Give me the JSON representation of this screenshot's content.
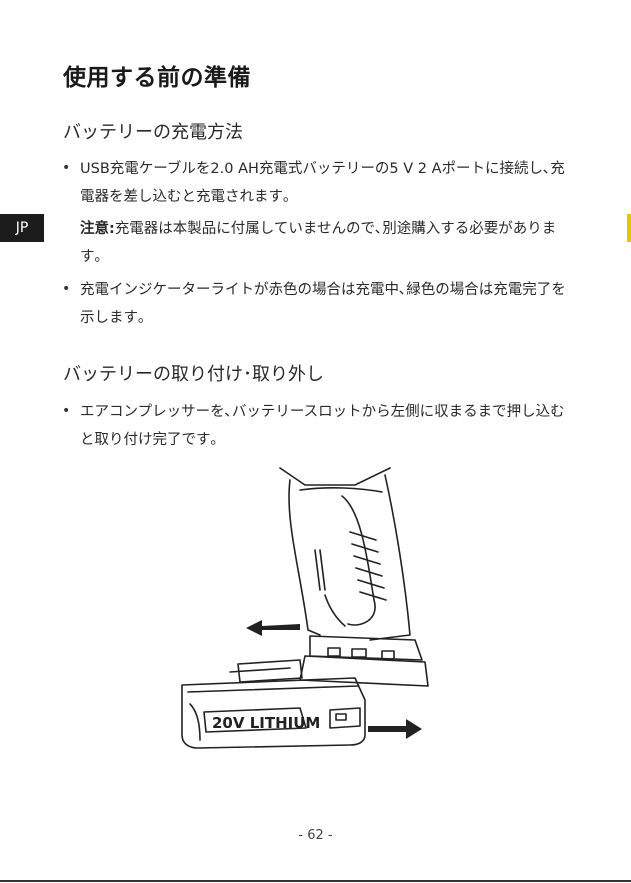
{
  "page": {
    "title": "使用する前の準備",
    "language_tab": "JP",
    "page_number": "- 62 -"
  },
  "charging": {
    "heading": "バッテリーの充電方法",
    "bullet_symbol": "•",
    "item1": "USB充電ケーブルを2.0 AH充電式バッテリーの5 V 2 Aポートに接続し､充電器を差し込むと充電されます｡",
    "note_label": "注意:",
    "note_text": "充電器は本製品に付属していませんので､別途購入する必要があります｡",
    "item2": "充電インジケーターライトが赤色の場合は充電中､緑色の場合は充電完了を示します｡"
  },
  "attach": {
    "heading": "バッテリーの取り付け･取り外し",
    "item1": "エアコンプレッサーを､バッテリースロットから左側に収まるまで押し込むと取り付け完了です｡"
  },
  "illustration": {
    "battery_label": "20V LITHIUM",
    "line_color": "#222222"
  }
}
